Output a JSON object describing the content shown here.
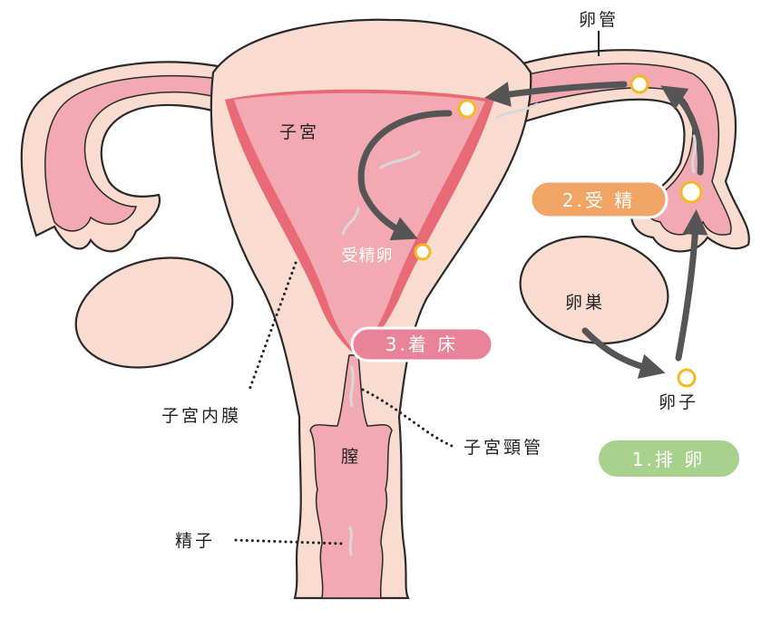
{
  "labels": {
    "oviduct": "卵管",
    "uterus": "子宮",
    "fertilized_egg": "受精卵",
    "ovary": "卵巣",
    "egg": "卵子",
    "endometrium": "子宮内膜",
    "cervical_canal": "子宮頸管",
    "vagina": "膣",
    "sperm": "精子"
  },
  "steps": [
    {
      "label": "1.排 卵",
      "color": "#a9d18e"
    },
    {
      "label": "2.受 精",
      "color": "#f0a565"
    },
    {
      "label": "3.着 床",
      "color": "#e9839a"
    }
  ],
  "colors": {
    "tissue": "#f9dccf",
    "cavity": "#f2a9b1",
    "lining": "#e86a75",
    "arrow": "#555555"
  }
}
